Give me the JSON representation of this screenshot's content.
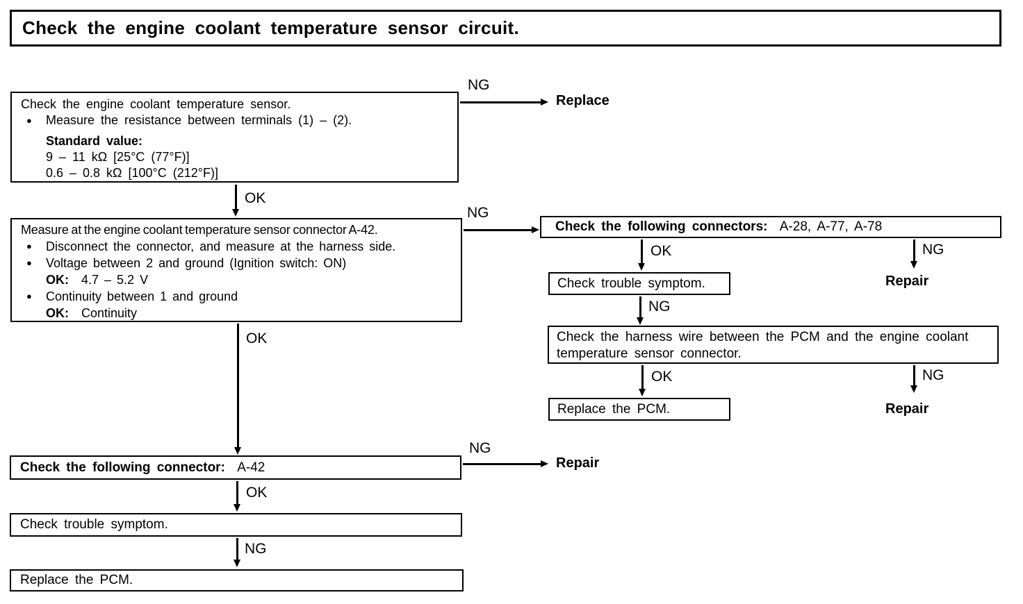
{
  "title": "Check the engine coolant temperature sensor circuit.",
  "labels": {
    "ok": "OK",
    "ng": "NG",
    "bullet": "●"
  },
  "colors": {
    "ink": "#000000",
    "paper": "#ffffff"
  },
  "flow": {
    "sensor_check_box": {
      "line1": "Check the engine coolant temperature sensor.",
      "bullet1": "Measure the resistance between terminals (1) – (2).",
      "standard_label": "Standard value:",
      "standard_value1": "9 – 11 kΩ [25°C (77°F)]",
      "standard_value2": "0.6 – 0.8 kΩ [100°C (212°F)]"
    },
    "measure_connector_box": {
      "line1": "Measure at the engine coolant temperature sensor connector A-42.",
      "bullet1": "Disconnect the connector, and measure at the harness side.",
      "bullet2": "Voltage between 2 and ground (Ignition switch: ON)",
      "ok_voltage_label": "OK:",
      "ok_voltage_value": "4.7 – 5.2 V",
      "bullet3": "Continuity between 1 and ground",
      "ok_continuity_label": "OK:",
      "ok_continuity_value": "Continuity"
    },
    "check_connectors_box": {
      "label": "Check the following connectors:",
      "value": "A-28, A-77, A-78"
    },
    "symptom_box_right": "Check trouble symptom.",
    "harness_box": {
      "line1": "Check the harness wire between the PCM and the engine coolant",
      "line2": "temperature sensor connector."
    },
    "replace_pcm_right": "Replace the PCM.",
    "check_connector_a42_box": {
      "label": "Check the following connector:",
      "value": "A-42"
    },
    "symptom_box_left": "Check trouble symptom.",
    "replace_pcm_left": "Replace the PCM.",
    "terminal_replace": "Replace",
    "terminal_repair": "Repair"
  }
}
